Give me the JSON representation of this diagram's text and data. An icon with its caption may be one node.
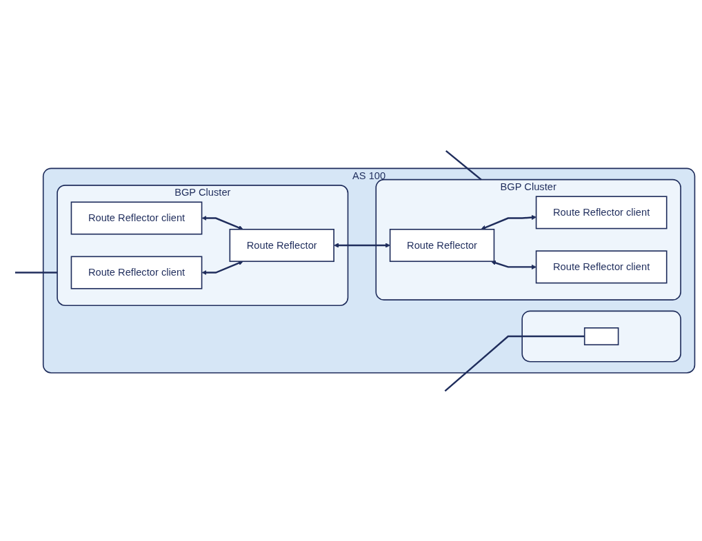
{
  "diagram": {
    "nodes": [
      {
        "text": [
          "AS 100"
        ]
      },
      {
        "text": [],
        "shape": "box",
        "in": 0
      },
      {
        "text": [],
        "shape": "box",
        "in": 1
      },
      {
        "text": [
          "BGP Cluster"
        ],
        "in": 0
      },
      {
        "text": [
          "Route Reflector client"
        ],
        "in": 3
      },
      {
        "text": [
          "Route Reflector"
        ],
        "in": 3
      },
      {
        "text": [
          "Route Reflector client"
        ],
        "in": 3
      },
      {
        "text": [
          "BGP Cluster"
        ],
        "in": 0
      },
      {
        "text": [
          "Route Reflector client"
        ],
        "in": 7
      },
      {
        "text": [
          "Route Reflector"
        ],
        "in": 7
      },
      {
        "text": [
          "Route Reflector client"
        ],
        "in": 7
      }
    ],
    "edges": [
      {
        "from": null,
        "to": 2,
        "arrow": "none"
      },
      {
        "from": 4,
        "to": 5,
        "arrow": "both"
      },
      {
        "from": 6,
        "to": 5,
        "arrow": "both"
      },
      {
        "from": 5,
        "to": 9,
        "arrow": "both"
      },
      {
        "from": 9,
        "to": 8,
        "arrow": "both"
      },
      {
        "from": 9,
        "to": 10,
        "arrow": "both"
      },
      {
        "from": null,
        "to": 3,
        "arrow": "none"
      },
      {
        "from": null,
        "to": 7,
        "arrow": "none"
      }
    ]
  }
}
